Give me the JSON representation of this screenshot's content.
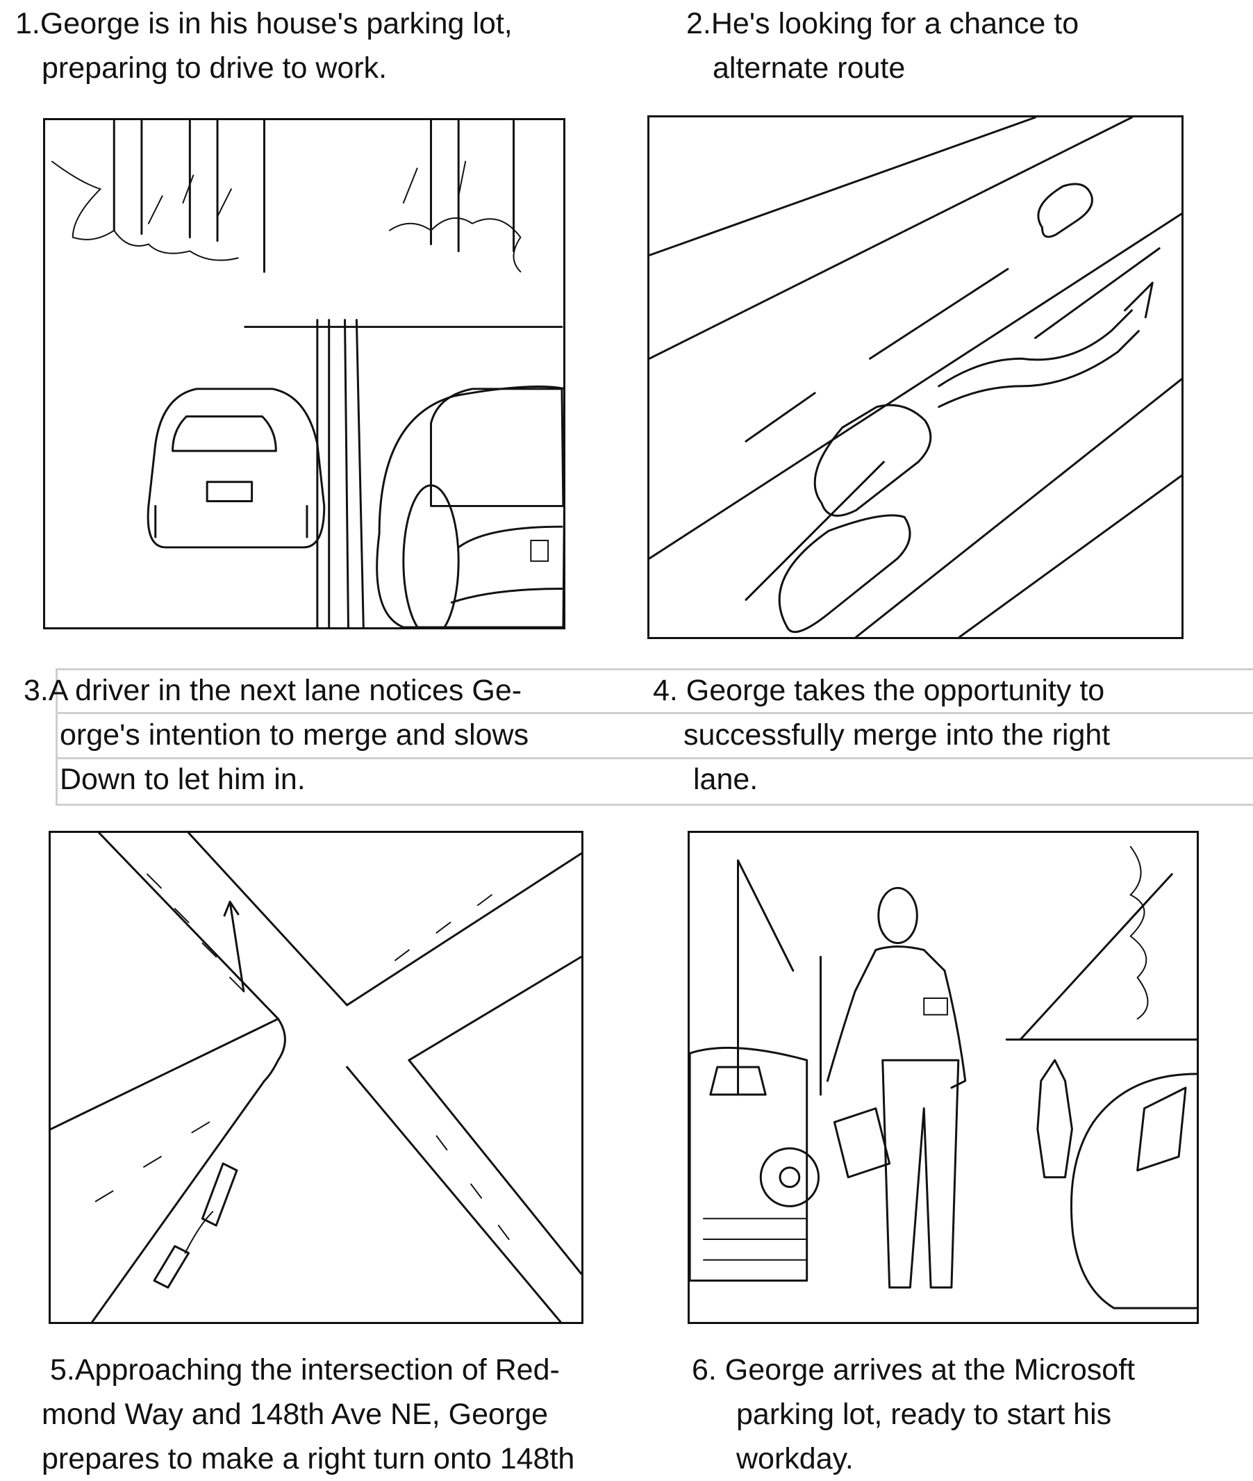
{
  "panels": [
    {
      "lines": [
        "1.George is in his house's parking lot,",
        "preparing to drive to work."
      ]
    },
    {
      "lines": [
        "2.He's looking for a chance to",
        "alternate route"
      ]
    },
    {
      "lines": [
        "3.A driver in the next lane notices Ge-",
        "orge's intention to merge and slows",
        "Down to let him in."
      ]
    },
    {
      "lines": [
        "4. George takes the opportunity to",
        "successfully merge into the right",
        "lane."
      ]
    },
    {
      "lines": [
        "5.Approaching the intersection of Red-",
        "mond Way and 148th Ave NE, George",
        "prepares to make a right turn onto  148th"
      ]
    },
    {
      "lines": [
        "6. George arrives at the Microsoft",
        "parking lot, ready to start his",
        "workday."
      ]
    }
  ]
}
